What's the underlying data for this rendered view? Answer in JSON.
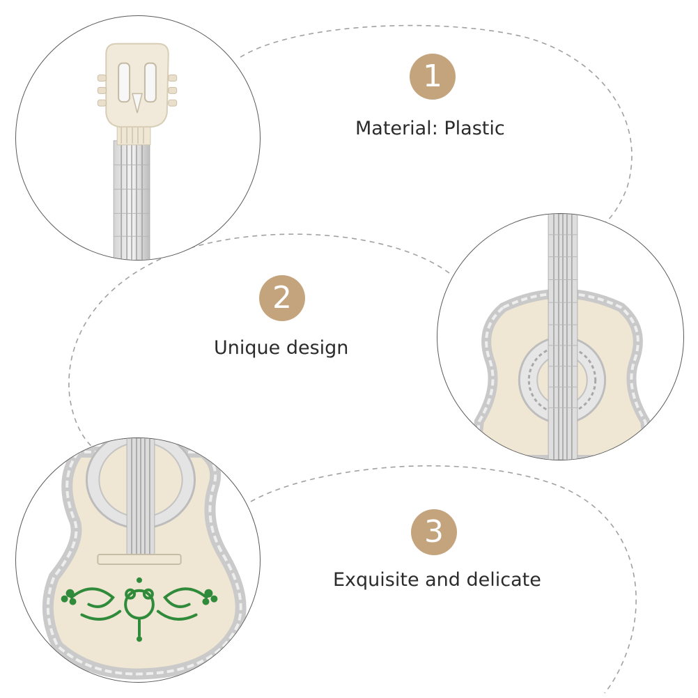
{
  "colors": {
    "badge": "#c4a47d",
    "ivory": "#f0e8d8",
    "silver": "#c8c8c8",
    "floral": "#2f8a3a",
    "outline": "#5a5a5a",
    "dash": "#9a9a9a"
  },
  "features": [
    {
      "number": "1",
      "label": "Material: Plastic"
    },
    {
      "number": "2",
      "label": "Unique design"
    },
    {
      "number": "3",
      "label": "Exquisite and delicate"
    }
  ]
}
